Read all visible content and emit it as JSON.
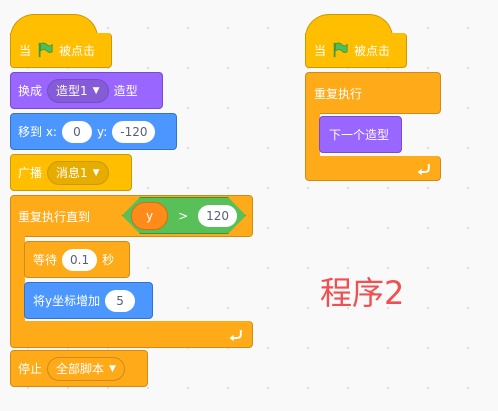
{
  "script1": {
    "hat_when": "当",
    "hat_clicked": "被点击",
    "switch_costume": {
      "prefix": "换成",
      "costume": "造型1",
      "suffix": "造型"
    },
    "goto_xy": {
      "prefix": "移到 x:",
      "x_value": "0",
      "y_label": "y:",
      "y_value": "-120"
    },
    "broadcast": {
      "prefix": "广播",
      "message": "消息1"
    },
    "repeat_until": {
      "label": "重复执行直到",
      "condition": {
        "variable": "y",
        "operator": ">",
        "value": "120"
      }
    },
    "wait": {
      "prefix": "等待",
      "value": "0.1",
      "suffix": "秒"
    },
    "change_y": {
      "prefix": "将y坐标增加",
      "value": "5"
    },
    "stop": {
      "prefix": "停止",
      "option": "全部脚本"
    }
  },
  "script2": {
    "hat_when": "当",
    "hat_clicked": "被点击",
    "forever_label": "重复执行",
    "next_costume": "下一个造型"
  },
  "annotation": "程序2",
  "colors": {
    "events": "#ffbf00",
    "control": "#ffab19",
    "looks": "#9966ff",
    "motion": "#4c97ff",
    "operators": "#59c059",
    "variables": "#ff8c1a",
    "flag": "#4cbf56",
    "annotation": "#f05050"
  },
  "icons": {
    "green_flag": "green-flag-icon",
    "dropdown": "caret-down-icon",
    "loop": "loop-arrow-icon"
  }
}
